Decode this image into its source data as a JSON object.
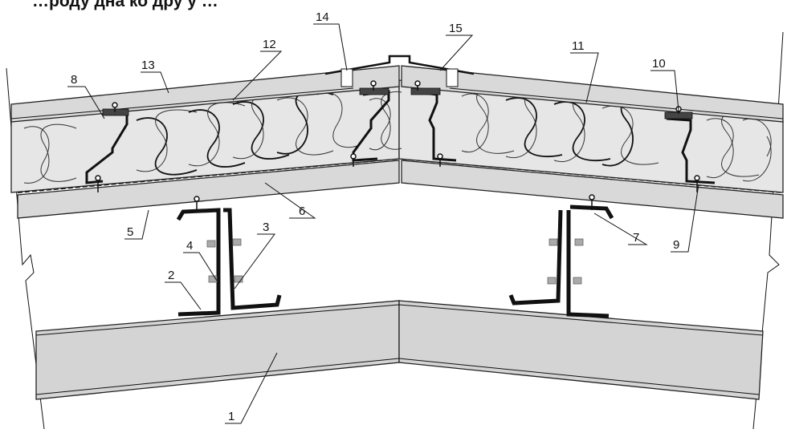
{
  "heading": "…роду дна ко дру у …",
  "callouts": [
    {
      "id": "1",
      "text": "1"
    },
    {
      "id": "2",
      "text": "2"
    },
    {
      "id": "3",
      "text": "3"
    },
    {
      "id": "4",
      "text": "4"
    },
    {
      "id": "5",
      "text": "5"
    },
    {
      "id": "6",
      "text": "6"
    },
    {
      "id": "7",
      "text": "7"
    },
    {
      "id": "8",
      "text": "8"
    },
    {
      "id": "9",
      "text": "9"
    },
    {
      "id": "10",
      "text": "10"
    },
    {
      "id": "11",
      "text": "11"
    },
    {
      "id": "12",
      "text": "12"
    },
    {
      "id": "13",
      "text": "13"
    },
    {
      "id": "14",
      "text": "14"
    },
    {
      "id": "15",
      "text": "15"
    }
  ]
}
